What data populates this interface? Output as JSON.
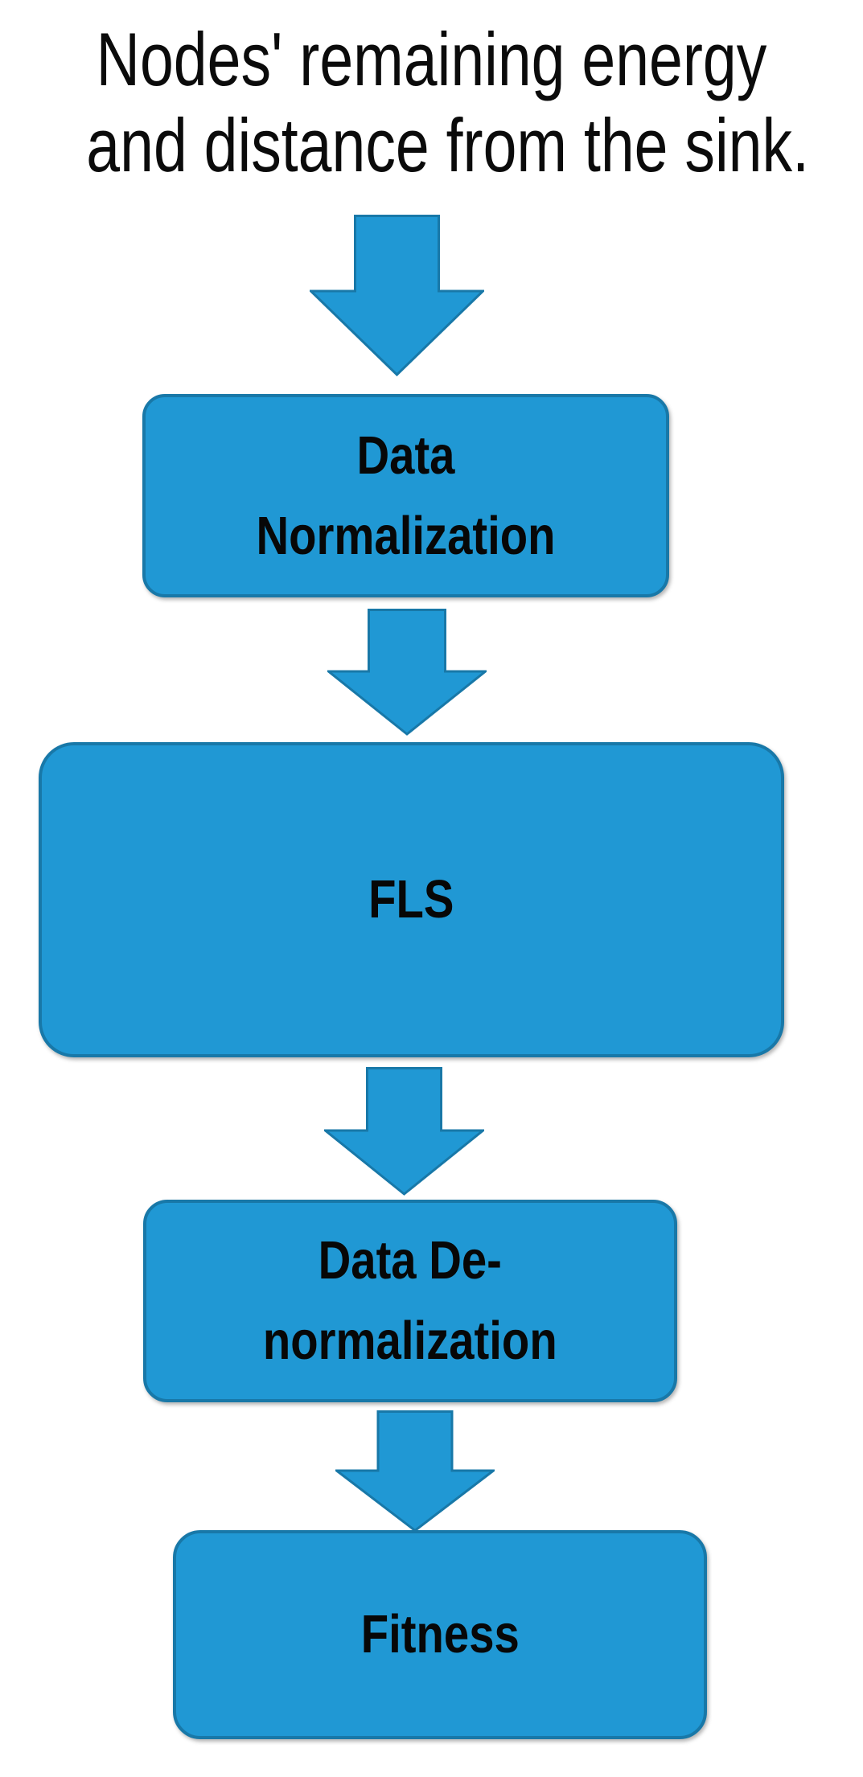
{
  "caption": {
    "line1": "Nodes' remaining energy",
    "line2": "and distance from the sink."
  },
  "nodes": {
    "normalization": {
      "line1": "Data",
      "line2": "Normalization"
    },
    "fls": {
      "label": "FLS"
    },
    "denormalization": {
      "line1": "Data De-",
      "line2": "normalization"
    },
    "fitness": {
      "label": "Fitness"
    }
  },
  "icons": {
    "connector": "down-arrow"
  },
  "colors": {
    "shape_fill": "#2098D4",
    "shape_border": "#1878A8",
    "text": "#070707",
    "background": "#FFFFFF"
  }
}
